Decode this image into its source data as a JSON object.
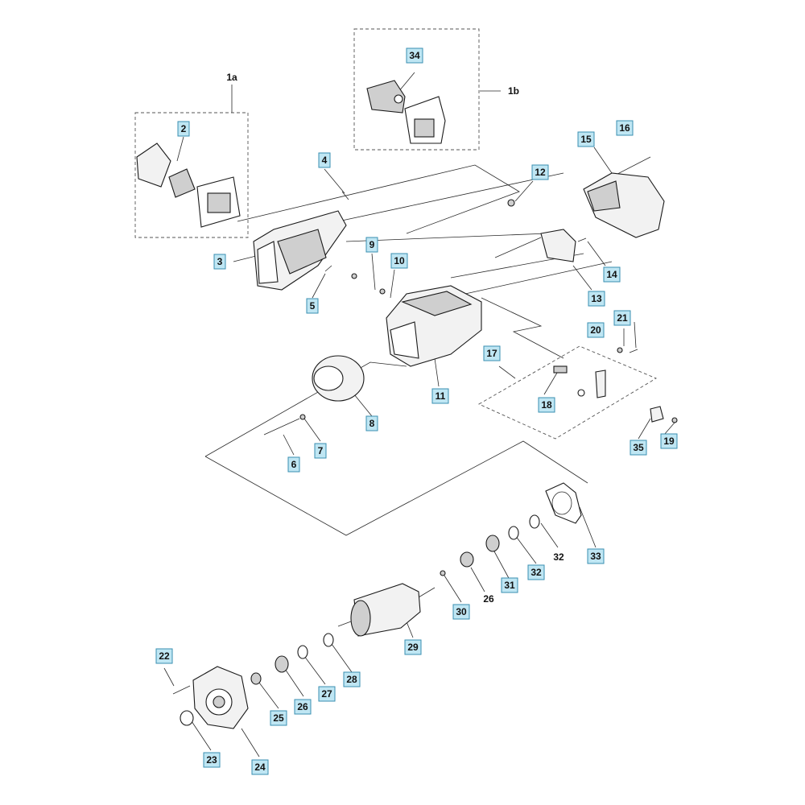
{
  "diagram": {
    "callouts": {
      "c1a": "1a",
      "c1b": "1b",
      "c2": "2",
      "c3": "3",
      "c4": "4",
      "c5": "5",
      "c6": "6",
      "c7": "7",
      "c8": "8",
      "c9": "9",
      "c10": "10",
      "c11": "11",
      "c12": "12",
      "c13": "13",
      "c14": "14",
      "c15": "15",
      "c16": "16",
      "c17": "17",
      "c18": "18",
      "c19": "19",
      "c20": "20",
      "c21": "21",
      "c22": "22",
      "c23": "23",
      "c24": "24",
      "c25": "25",
      "c26a": "26",
      "c26b": "26",
      "c27": "27",
      "c28": "28",
      "c29": "29",
      "c30": "30",
      "c31": "31",
      "c32a": "32",
      "c32b": "32",
      "c33": "33",
      "c34": "34",
      "c35": "35"
    }
  }
}
